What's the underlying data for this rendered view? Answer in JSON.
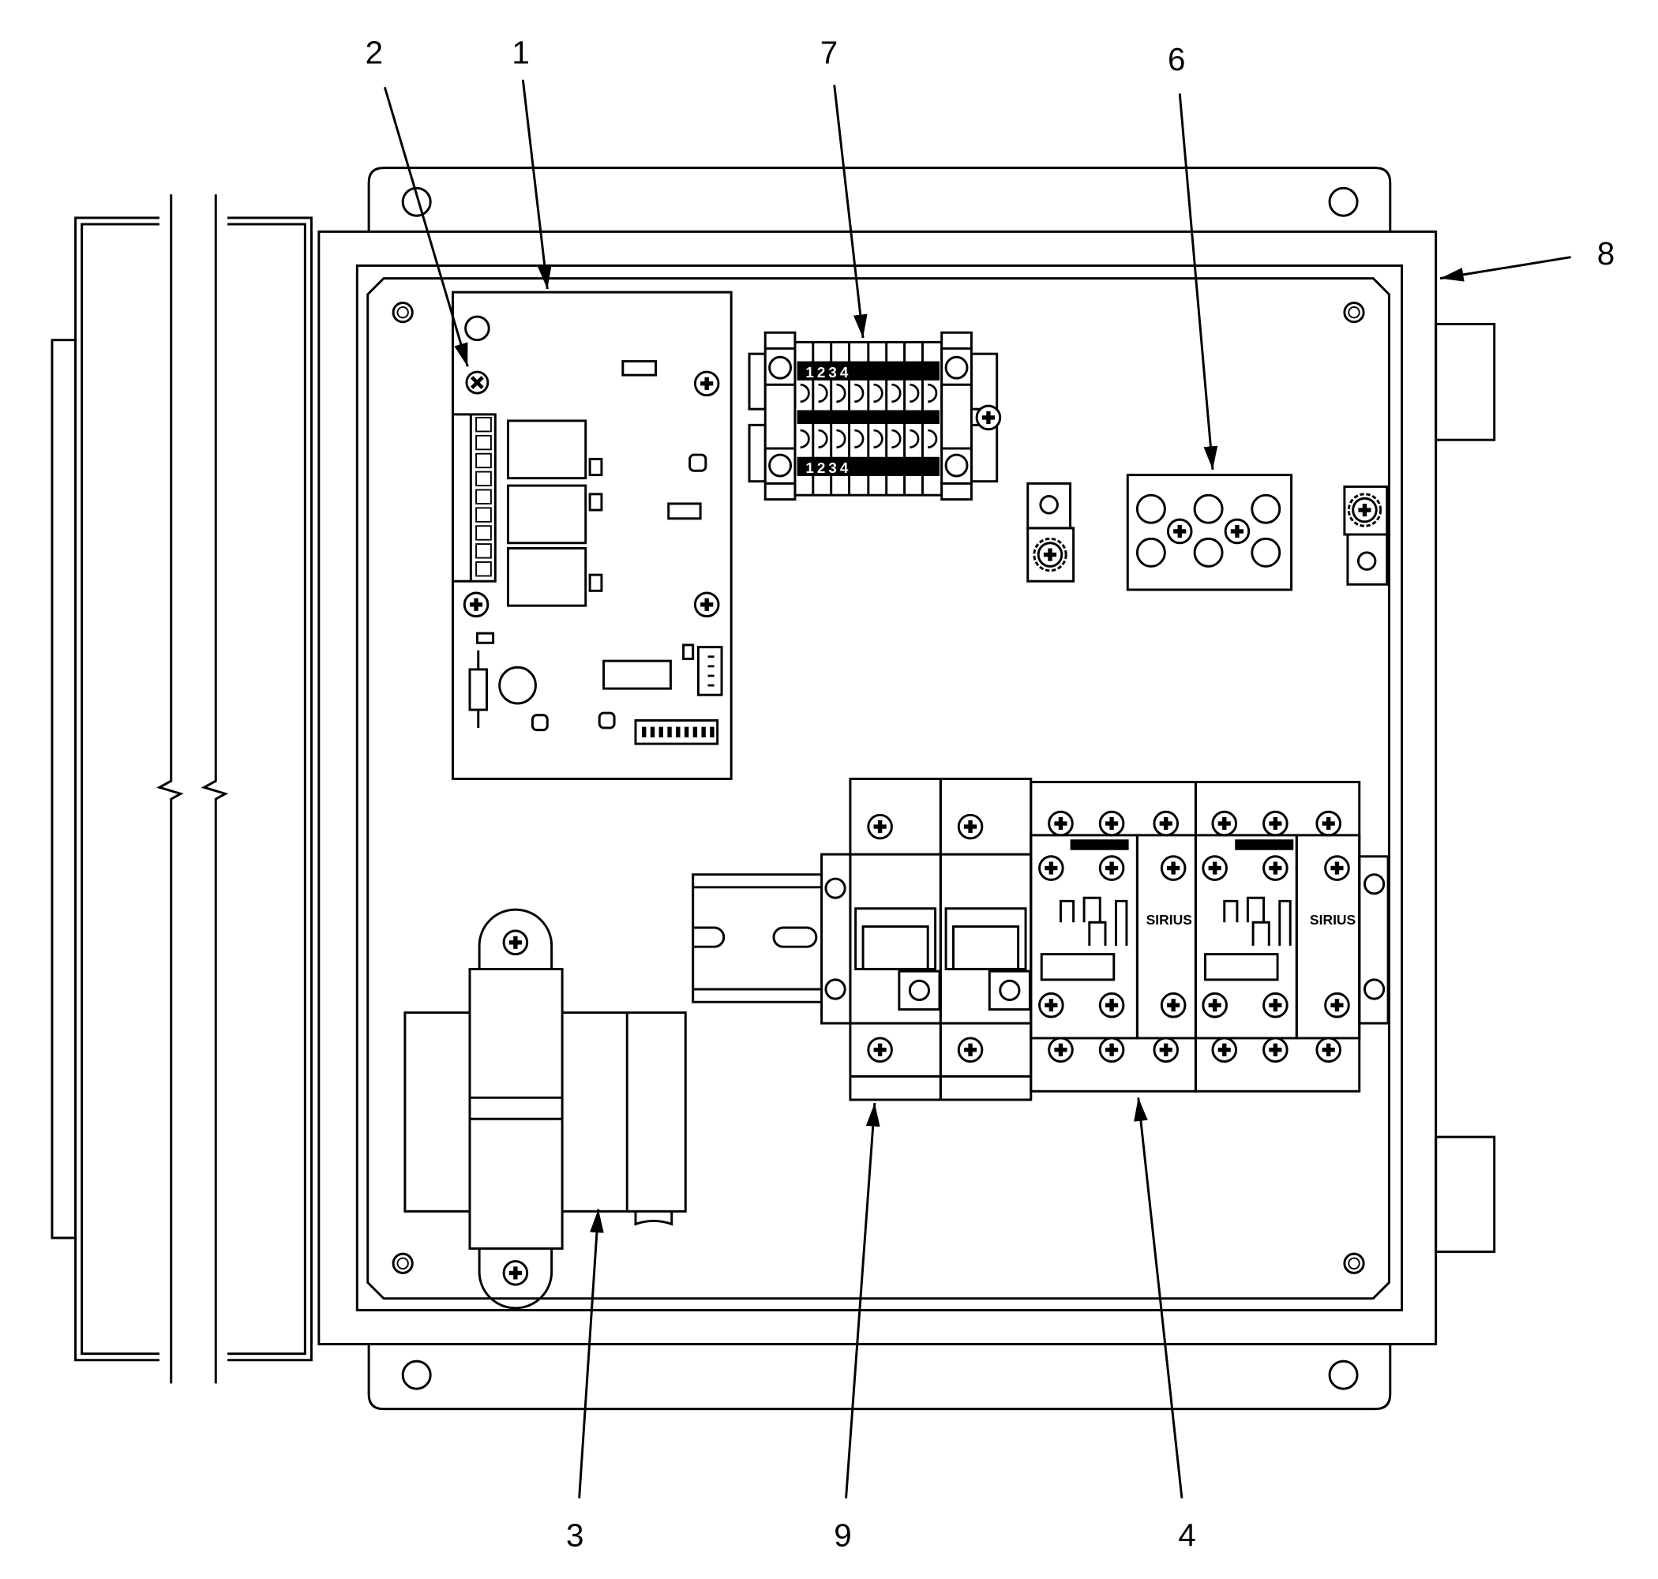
{
  "callouts": {
    "c1": "1",
    "c2": "2",
    "c3": "3",
    "c4": "4",
    "c6": "6",
    "c7": "7",
    "c8": "8",
    "c9": "9"
  },
  "contactor_brand": [
    "SIRIUS",
    "SIRIUS"
  ],
  "terminal_markings": {
    "top": "1234",
    "bottom": "1234"
  },
  "colors": {
    "line": "#000000",
    "background": "#ffffff"
  }
}
